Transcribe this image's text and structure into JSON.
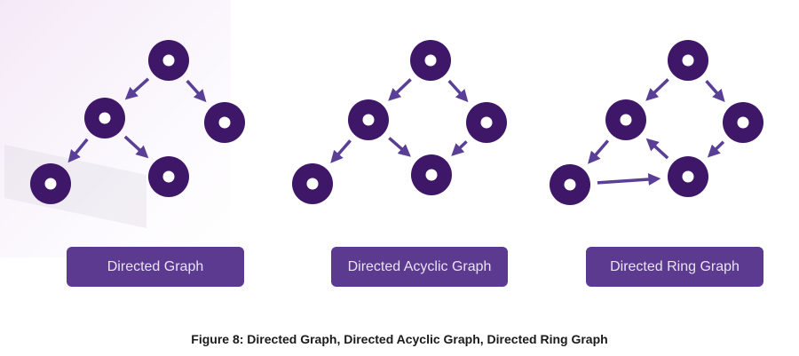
{
  "colors": {
    "node": "#3e1768",
    "arrow": "#5a3f96",
    "button": "#5b3a8f"
  },
  "graphs": [
    {
      "label": "Directed Graph",
      "edges": [
        [
          0,
          1
        ],
        [
          0,
          2
        ],
        [
          1,
          3
        ],
        [
          1,
          4
        ]
      ]
    },
    {
      "label": "Directed Acyclic Graph",
      "edges": [
        [
          0,
          1
        ],
        [
          0,
          2
        ],
        [
          1,
          3
        ],
        [
          1,
          4
        ],
        [
          2,
          4
        ]
      ]
    },
    {
      "label": "Directed Ring Graph",
      "edges": [
        [
          0,
          1
        ],
        [
          0,
          2
        ],
        [
          1,
          3
        ],
        [
          3,
          4
        ],
        [
          2,
          4
        ],
        [
          4,
          1
        ]
      ]
    }
  ],
  "caption": "Figure 8: Directed Graph, Directed Acyclic Graph, Directed Ring Graph"
}
